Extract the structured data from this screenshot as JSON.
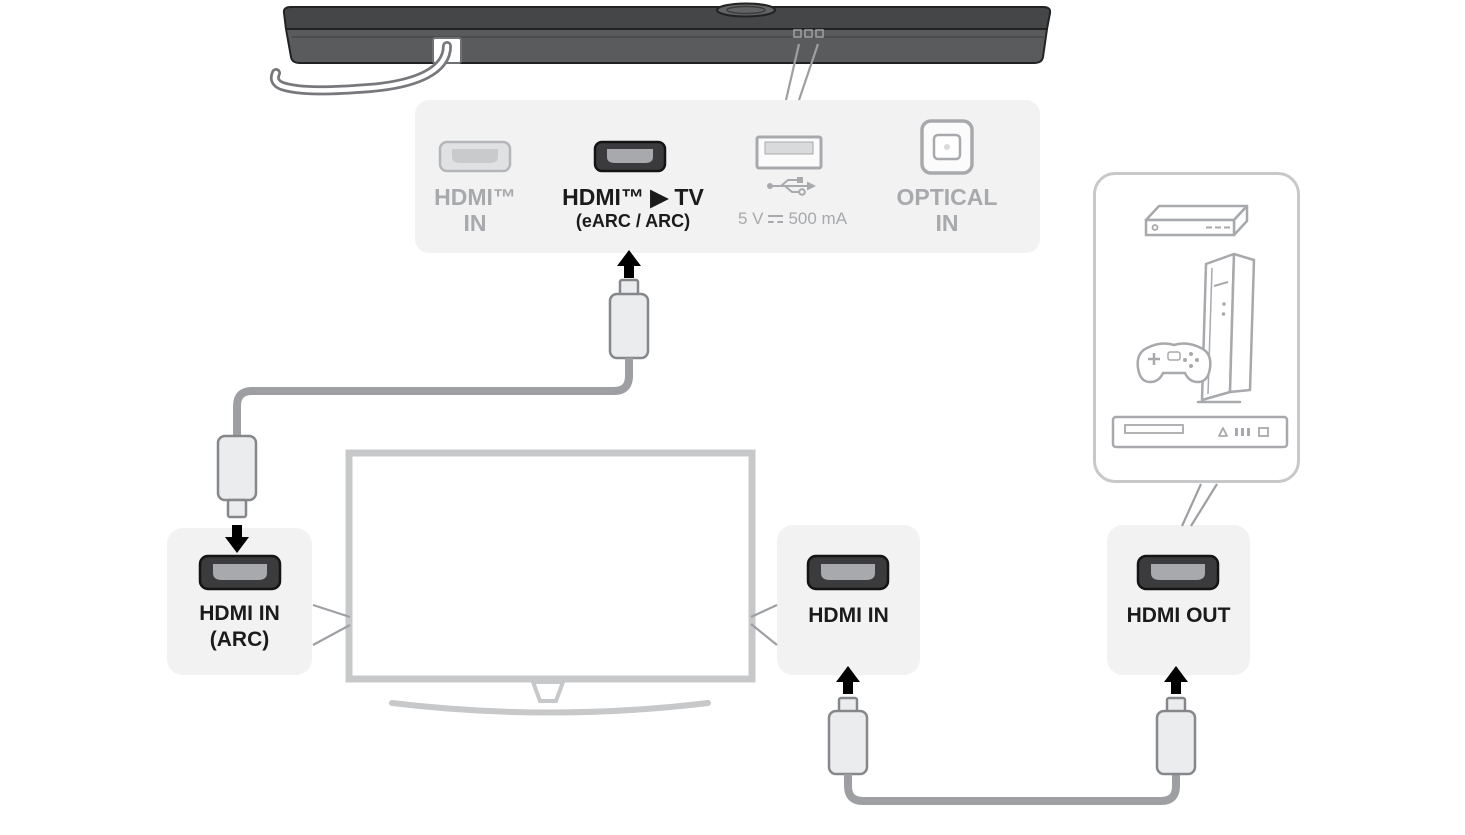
{
  "soundbar_panel": {
    "hdmi_in": {
      "line1": "HDMI™",
      "line2": "IN"
    },
    "hdmi_tv_out": {
      "line1": "HDMI™ ▶ TV",
      "line2": "(eARC / ARC)"
    },
    "usb": {
      "value_left": "5 V",
      "value_right": "500 mA"
    },
    "optical_in": {
      "line1": "OPTICAL",
      "line2": "IN"
    }
  },
  "tv_ports": {
    "hdmi_in_arc": {
      "line1": "HDMI IN",
      "line2": "(ARC)"
    },
    "hdmi_in": {
      "line1": "HDMI IN"
    }
  },
  "device_ports": {
    "hdmi_out": {
      "line1": "HDMI OUT"
    }
  },
  "colors": {
    "soundbar_body": "#5a5b5d",
    "panel_background": "#f2f2f3",
    "inactive_gray": "#a7a9ac",
    "active_black": "#231f20",
    "cable_gray": "#9d9fa2",
    "tv_outline": "#c7c8ca",
    "arrow_black": "#000000"
  }
}
